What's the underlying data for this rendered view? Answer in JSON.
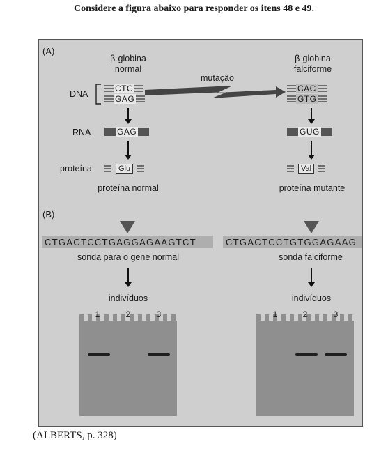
{
  "page": {
    "heading": "Considere a figura abaixo para responder os itens 48 e 49.",
    "citation": "(ALBERTS, p. 328)"
  },
  "figure": {
    "panel_a": {
      "label": "(A)",
      "left_title_1": "β-globina",
      "left_title_2": "normal",
      "right_title_1": "β-globina",
      "right_title_2": "falciforme",
      "mutation_label": "mutação",
      "dna_label": "DNA",
      "rna_label": "RNA",
      "protein_label": "proteína",
      "normal_dna_top": "CTC",
      "normal_dna_bottom": "GAG",
      "mutant_dna_top": "CAC",
      "mutant_dna_bottom": "GTG",
      "normal_rna": "GAG",
      "mutant_rna": "GUG",
      "normal_aa": "Glu",
      "mutant_aa": "Val",
      "normal_protein_caption": "proteína normal",
      "mutant_protein_caption": "proteína mutante",
      "colors": {
        "strand": "#6d6d6d",
        "panel_bg": "#cfcfcf"
      }
    },
    "panel_b": {
      "label": "(B)",
      "normal_sequence": "CTGACTCCTGAGGAGAAGTCT",
      "mutant_sequence": "CTGACTCCTGTGGAGAAG",
      "normal_probe_caption": "sonda para o gene normal",
      "mutant_probe_caption": "sonda falciforme",
      "individuals_label": "indivíduos",
      "normal_gel": {
        "lanes": [
          "1",
          "2",
          "3"
        ],
        "bands_present": [
          true,
          false,
          true
        ]
      },
      "mutant_gel": {
        "lanes": [
          "1",
          "2",
          "3"
        ],
        "bands_present": [
          false,
          true,
          true
        ]
      },
      "colors": {
        "gel": "#8f8f8f",
        "band": "#1e1e1e",
        "probe_band": "#aeaeae"
      }
    }
  }
}
